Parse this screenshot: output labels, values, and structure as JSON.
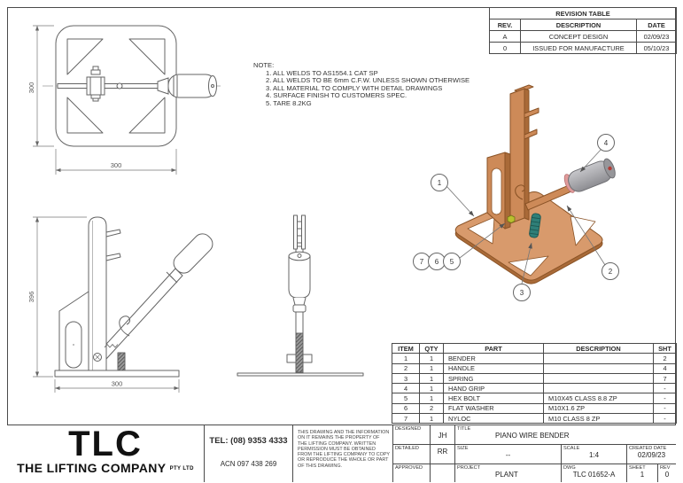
{
  "drawing": {
    "notes": {
      "heading": "NOTE:",
      "items": [
        "1. ALL WELDS TO AS1554.1 CAT SP",
        "2. ALL WELDS TO BE 6mm C.F.W. UNLESS SHOWN OTHERWISE",
        "3. ALL MATERIAL TO COMPLY WITH DETAIL DRAWINGS",
        "4. SURFACE FINISH TO CUSTOMERS SPEC.",
        "5. TARE 8.2KG"
      ]
    },
    "dimensions": {
      "top_view_height": "300",
      "top_view_width": "300",
      "front_view_height": "396",
      "front_view_width": "300"
    },
    "balloons": [
      "1",
      "2",
      "3",
      "4",
      "5",
      "6",
      "7"
    ]
  },
  "revision_table": {
    "title": "REVISION TABLE",
    "headers": [
      "REV.",
      "DESCRIPTION",
      "DATE"
    ],
    "rows": [
      [
        "A",
        "CONCEPT DESIGN",
        "02/09/23"
      ],
      [
        "0",
        "ISSUED FOR MANUFACTURE",
        "05/10/23"
      ]
    ]
  },
  "parts_table": {
    "headers": [
      "ITEM",
      "QTY",
      "PART",
      "DESCRIPTION",
      "SHT"
    ],
    "rows": [
      [
        "1",
        "1",
        "BENDER",
        "",
        "2"
      ],
      [
        "2",
        "1",
        "HANDLE",
        "",
        "4"
      ],
      [
        "3",
        "1",
        "SPRING",
        "",
        "7"
      ],
      [
        "4",
        "1",
        "HAND GRIP",
        "",
        "-"
      ],
      [
        "5",
        "1",
        "HEX BOLT",
        "M10X45 CLASS 8.8 ZP",
        "-"
      ],
      [
        "6",
        "2",
        "FLAT WASHER",
        "M10X1.6 ZP",
        "-"
      ],
      [
        "7",
        "1",
        "NYLOC",
        "M10 CLASS 8 ZP",
        "-"
      ]
    ]
  },
  "title_block": {
    "company": {
      "logo": "TLC",
      "name": "THE LIFTING COMPANY",
      "suffix": "PTY LTD"
    },
    "contact": {
      "tel": "TEL: (08) 9353 4333",
      "acn": "ACN 097 438 269"
    },
    "disclaimer": "THIS DRAWING AND THE INFORMATION ON IT REMAINS THE PROPERTY OF THE LIFTING COMPANY. WRITTEN PERMISSION MUST BE OBTAINED FROM THE LIFTING COMPANY TO COPY OR REPRODUCE THE WHOLE OR PART OF THIS DRAWING.",
    "fields": {
      "designed": {
        "label": "DESIGNED",
        "value": "JH"
      },
      "detailed": {
        "label": "DETAILED",
        "value": "RR"
      },
      "approved": {
        "label": "APPROVED",
        "value": ""
      },
      "title": {
        "label": "TITLE",
        "value": "PIANO WIRE BENDER"
      },
      "size": {
        "label": "SIZE",
        "value": "--"
      },
      "scale": {
        "label": "SCALE",
        "value": "1:4"
      },
      "created": {
        "label": "CREATED DATE",
        "value": "02/09/23"
      },
      "project": {
        "label": "PROJECT",
        "value": "PLANT"
      },
      "dwg": {
        "label": "DWG",
        "value": "TLC 01652-A"
      },
      "sheet": {
        "label": "SHEET",
        "value": "1"
      },
      "rev": {
        "label": "REV",
        "value": "0"
      }
    }
  },
  "colors": {
    "copper_top": "#d89a6c",
    "copper_face": "#cd8a58",
    "copper_dark": "#a96a38",
    "grip_grey": "#ababaf",
    "grip_end": "#96969a",
    "grip_ring_pink": "#e09b9b",
    "spring_teal": "#2f7f78",
    "bolt_yellow": "#b9bf2f",
    "line_grey": "#606060"
  }
}
